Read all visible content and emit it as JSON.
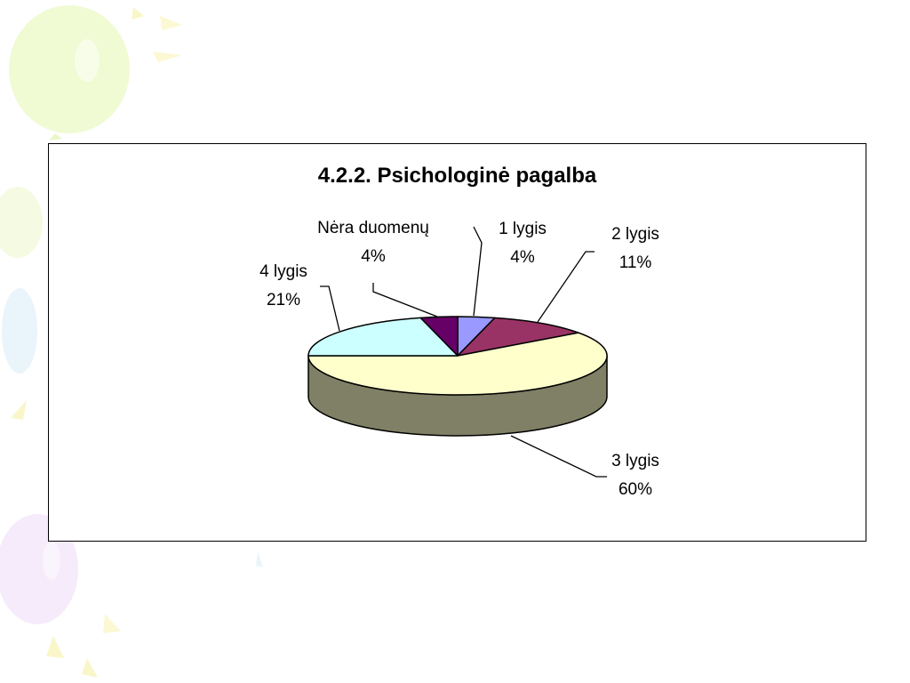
{
  "chart_data": {
    "type": "pie",
    "title": "4.2.2. Psichologinė pagalba",
    "slices": [
      {
        "name": "1 lygis",
        "value": 4,
        "label": "4%",
        "color": "#9999ff"
      },
      {
        "name": "2 lygis",
        "value": 11,
        "label": "11%",
        "color": "#993366"
      },
      {
        "name": "3 lygis",
        "value": 60,
        "label": "60%",
        "color": "#ffffcc"
      },
      {
        "name": "4 lygis",
        "value": 21,
        "label": "21%",
        "color": "#ccffff"
      },
      {
        "name": "Nėra duomenų",
        "value": 4,
        "label": "4%",
        "color": "#660066"
      }
    ],
    "side_color": "#808066",
    "three_d": true
  }
}
